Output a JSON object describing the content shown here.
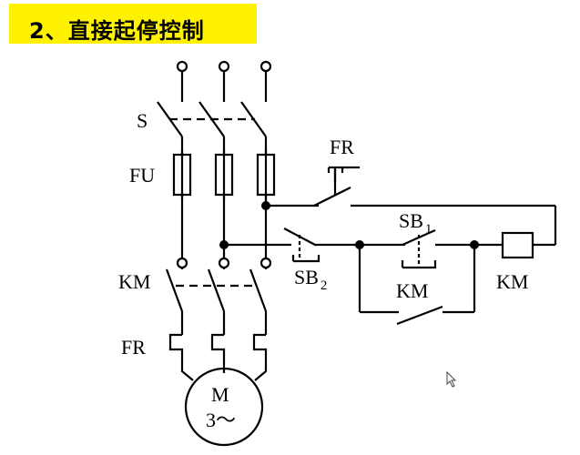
{
  "title": "2、直接起停控制",
  "labels": {
    "switch": "S",
    "fuse": "FU",
    "contactor_main": "KM",
    "thermal_relay_main": "FR",
    "thermal_relay_contact": "FR",
    "stop_button": "SB",
    "stop_button_sub": "1",
    "start_button": "SB",
    "start_button_sub": "2",
    "hold_contact": "KM",
    "coil": "KM",
    "motor_top": "M",
    "motor_bottom": "3～"
  }
}
